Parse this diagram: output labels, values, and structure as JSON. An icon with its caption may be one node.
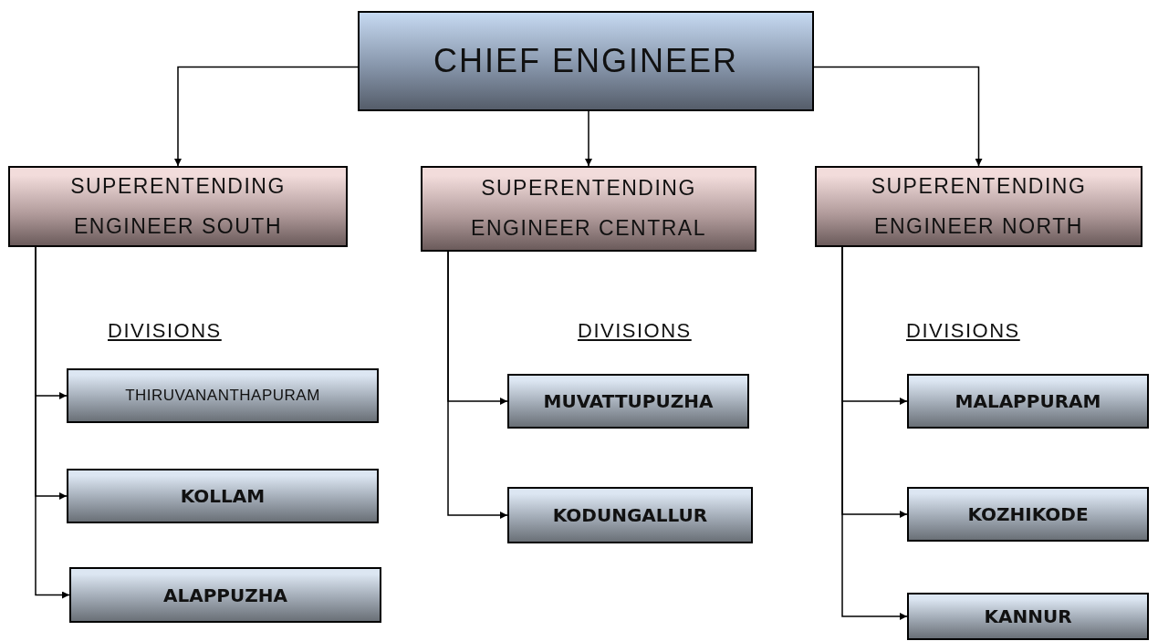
{
  "diagram": {
    "nodes": [
      {
        "text": [
          "CHIEF ENGINEER"
        ]
      },
      {
        "text": [
          "SUPERENTENDING ENGINEER SOUTH"
        ]
      },
      {
        "text": [
          "SUPERENTENDING ENGINEER CENTRAL"
        ]
      },
      {
        "text": [
          "SUPERENTENDING ENGINEER NORTH"
        ]
      },
      {
        "text": [
          "THIRUVANANTHAPURAM"
        ]
      },
      {
        "text": [
          "KOLLAM"
        ]
      },
      {
        "text": [
          "ALAPPUZHA"
        ]
      },
      {
        "text": [
          "MUVATTUPUZHA"
        ]
      },
      {
        "text": [
          "KODUNGALLUR"
        ]
      },
      {
        "text": [
          "MALAPPURAM"
        ]
      },
      {
        "text": [
          "KOZHIKODE"
        ]
      },
      {
        "text": [
          "KANNUR"
        ]
      }
    ],
    "edges": [
      {
        "from": 0,
        "to": 1,
        "arrow": "to"
      },
      {
        "from": 0,
        "to": 2,
        "arrow": "to"
      },
      {
        "from": 0,
        "to": 3,
        "arrow": "to"
      },
      {
        "from": 1,
        "to": 4,
        "arrow": "to"
      },
      {
        "from": 1,
        "to": 5,
        "arrow": "to"
      },
      {
        "from": 1,
        "to": 6,
        "arrow": "to"
      },
      {
        "from": 2,
        "to": 7,
        "arrow": "to"
      },
      {
        "from": 2,
        "to": 8,
        "arrow": "to"
      },
      {
        "from": 3,
        "to": 9,
        "arrow": "to"
      },
      {
        "from": 3,
        "to": 10,
        "arrow": "to"
      },
      {
        "from": 3,
        "to": 11,
        "arrow": "to"
      }
    ],
    "labels": [
      "DIVISIONS",
      "DIVISIONS",
      "DIVISIONS"
    ]
  }
}
